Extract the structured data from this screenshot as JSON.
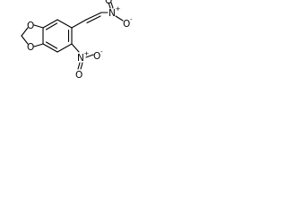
{
  "structure": {
    "atoms": {
      "dioxole_o_top": "O",
      "dioxole_o_bottom": "O",
      "ring_nitro_n": "N",
      "ring_nitro_o_minus": "O",
      "ring_nitro_o_double": "O",
      "chain_nitro_n": "N",
      "chain_nitro_o_double": "O",
      "chain_nitro_o_minus": "O"
    },
    "charges": {
      "ring_nitro_n": "+",
      "ring_nitro_o_minus": "-",
      "chain_nitro_n": "+",
      "chain_nitro_o_minus": "-"
    },
    "colors": {
      "ink": "#000000",
      "background": "#ffffff"
    }
  }
}
